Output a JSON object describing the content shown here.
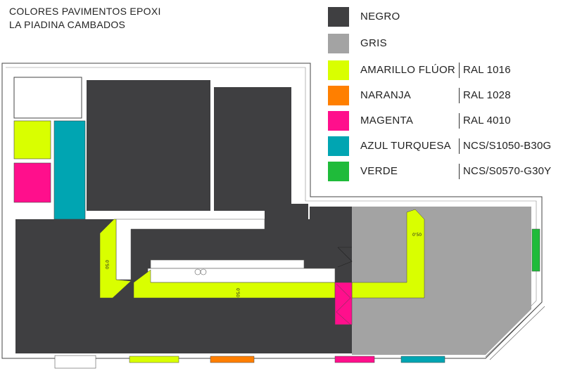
{
  "title": {
    "line1": "COLORES PAVIMENTOS EPOXI",
    "line2": "LA PIADINA CAMBADOS"
  },
  "legend": [
    {
      "name": "NEGRO",
      "code": "",
      "color": "#3f3f41"
    },
    {
      "name": "GRIS",
      "code": "",
      "color": "#a3a3a3"
    },
    {
      "name": "AMARILLO FLÚOR",
      "code": "RAL 1016",
      "color": "#d9ff00"
    },
    {
      "name": "NARANJA",
      "code": "RAL 1028",
      "color": "#ff7f00"
    },
    {
      "name": "MAGENTA",
      "code": "RAL 4010",
      "color": "#ff0f8c"
    },
    {
      "name": "AZUL TURQUESA",
      "code": "NCS/S1050-B30G",
      "color": "#00a5b2"
    },
    {
      "name": "VERDE",
      "code": "NCS/S0570-G30Y",
      "color": "#1fbb3a"
    }
  ],
  "dimensions": {
    "left": "0'50",
    "center": "0'50",
    "right": "0'50"
  }
}
